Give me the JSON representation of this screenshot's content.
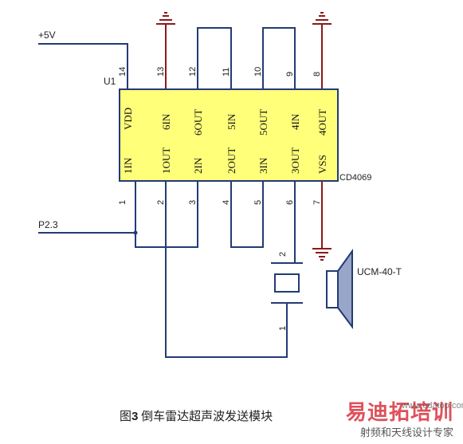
{
  "labels": {
    "vcc": "+5V",
    "input": "P2.3",
    "designator": "U1",
    "chip_part": "CD4069",
    "transducer": "UCM-40-T",
    "crystal_pin_top": "2",
    "crystal_pin_bottom": "1"
  },
  "chip": {
    "top_pins": [
      {
        "num": "14",
        "name": "VDD"
      },
      {
        "num": "13",
        "name": "6IN"
      },
      {
        "num": "12",
        "name": "6OUT"
      },
      {
        "num": "11",
        "name": "5IN"
      },
      {
        "num": "10",
        "name": "5OUT"
      },
      {
        "num": "9",
        "name": "4IN"
      },
      {
        "num": "8",
        "name": "4OUT"
      }
    ],
    "bottom_pins": [
      {
        "num": "1",
        "name": "1IN"
      },
      {
        "num": "2",
        "name": "1OUT"
      },
      {
        "num": "3",
        "name": "2IN"
      },
      {
        "num": "4",
        "name": "2OUT"
      },
      {
        "num": "5",
        "name": "3IN"
      },
      {
        "num": "6",
        "name": "3OUT"
      },
      {
        "num": "7",
        "name": "VSS"
      }
    ]
  },
  "caption": {
    "prefix": "图",
    "number": "3",
    "text": "倒车雷达超声波发送模块"
  },
  "watermark": {
    "title": "易迪拓培训",
    "url": "www.edatop.com",
    "subtitle": "射频和天线设计专家"
  },
  "colors": {
    "wire": "#243a78",
    "ground": "#8a1a1a",
    "chip_fill": "#ffff7a",
    "transducer": "#9aa6c7"
  }
}
